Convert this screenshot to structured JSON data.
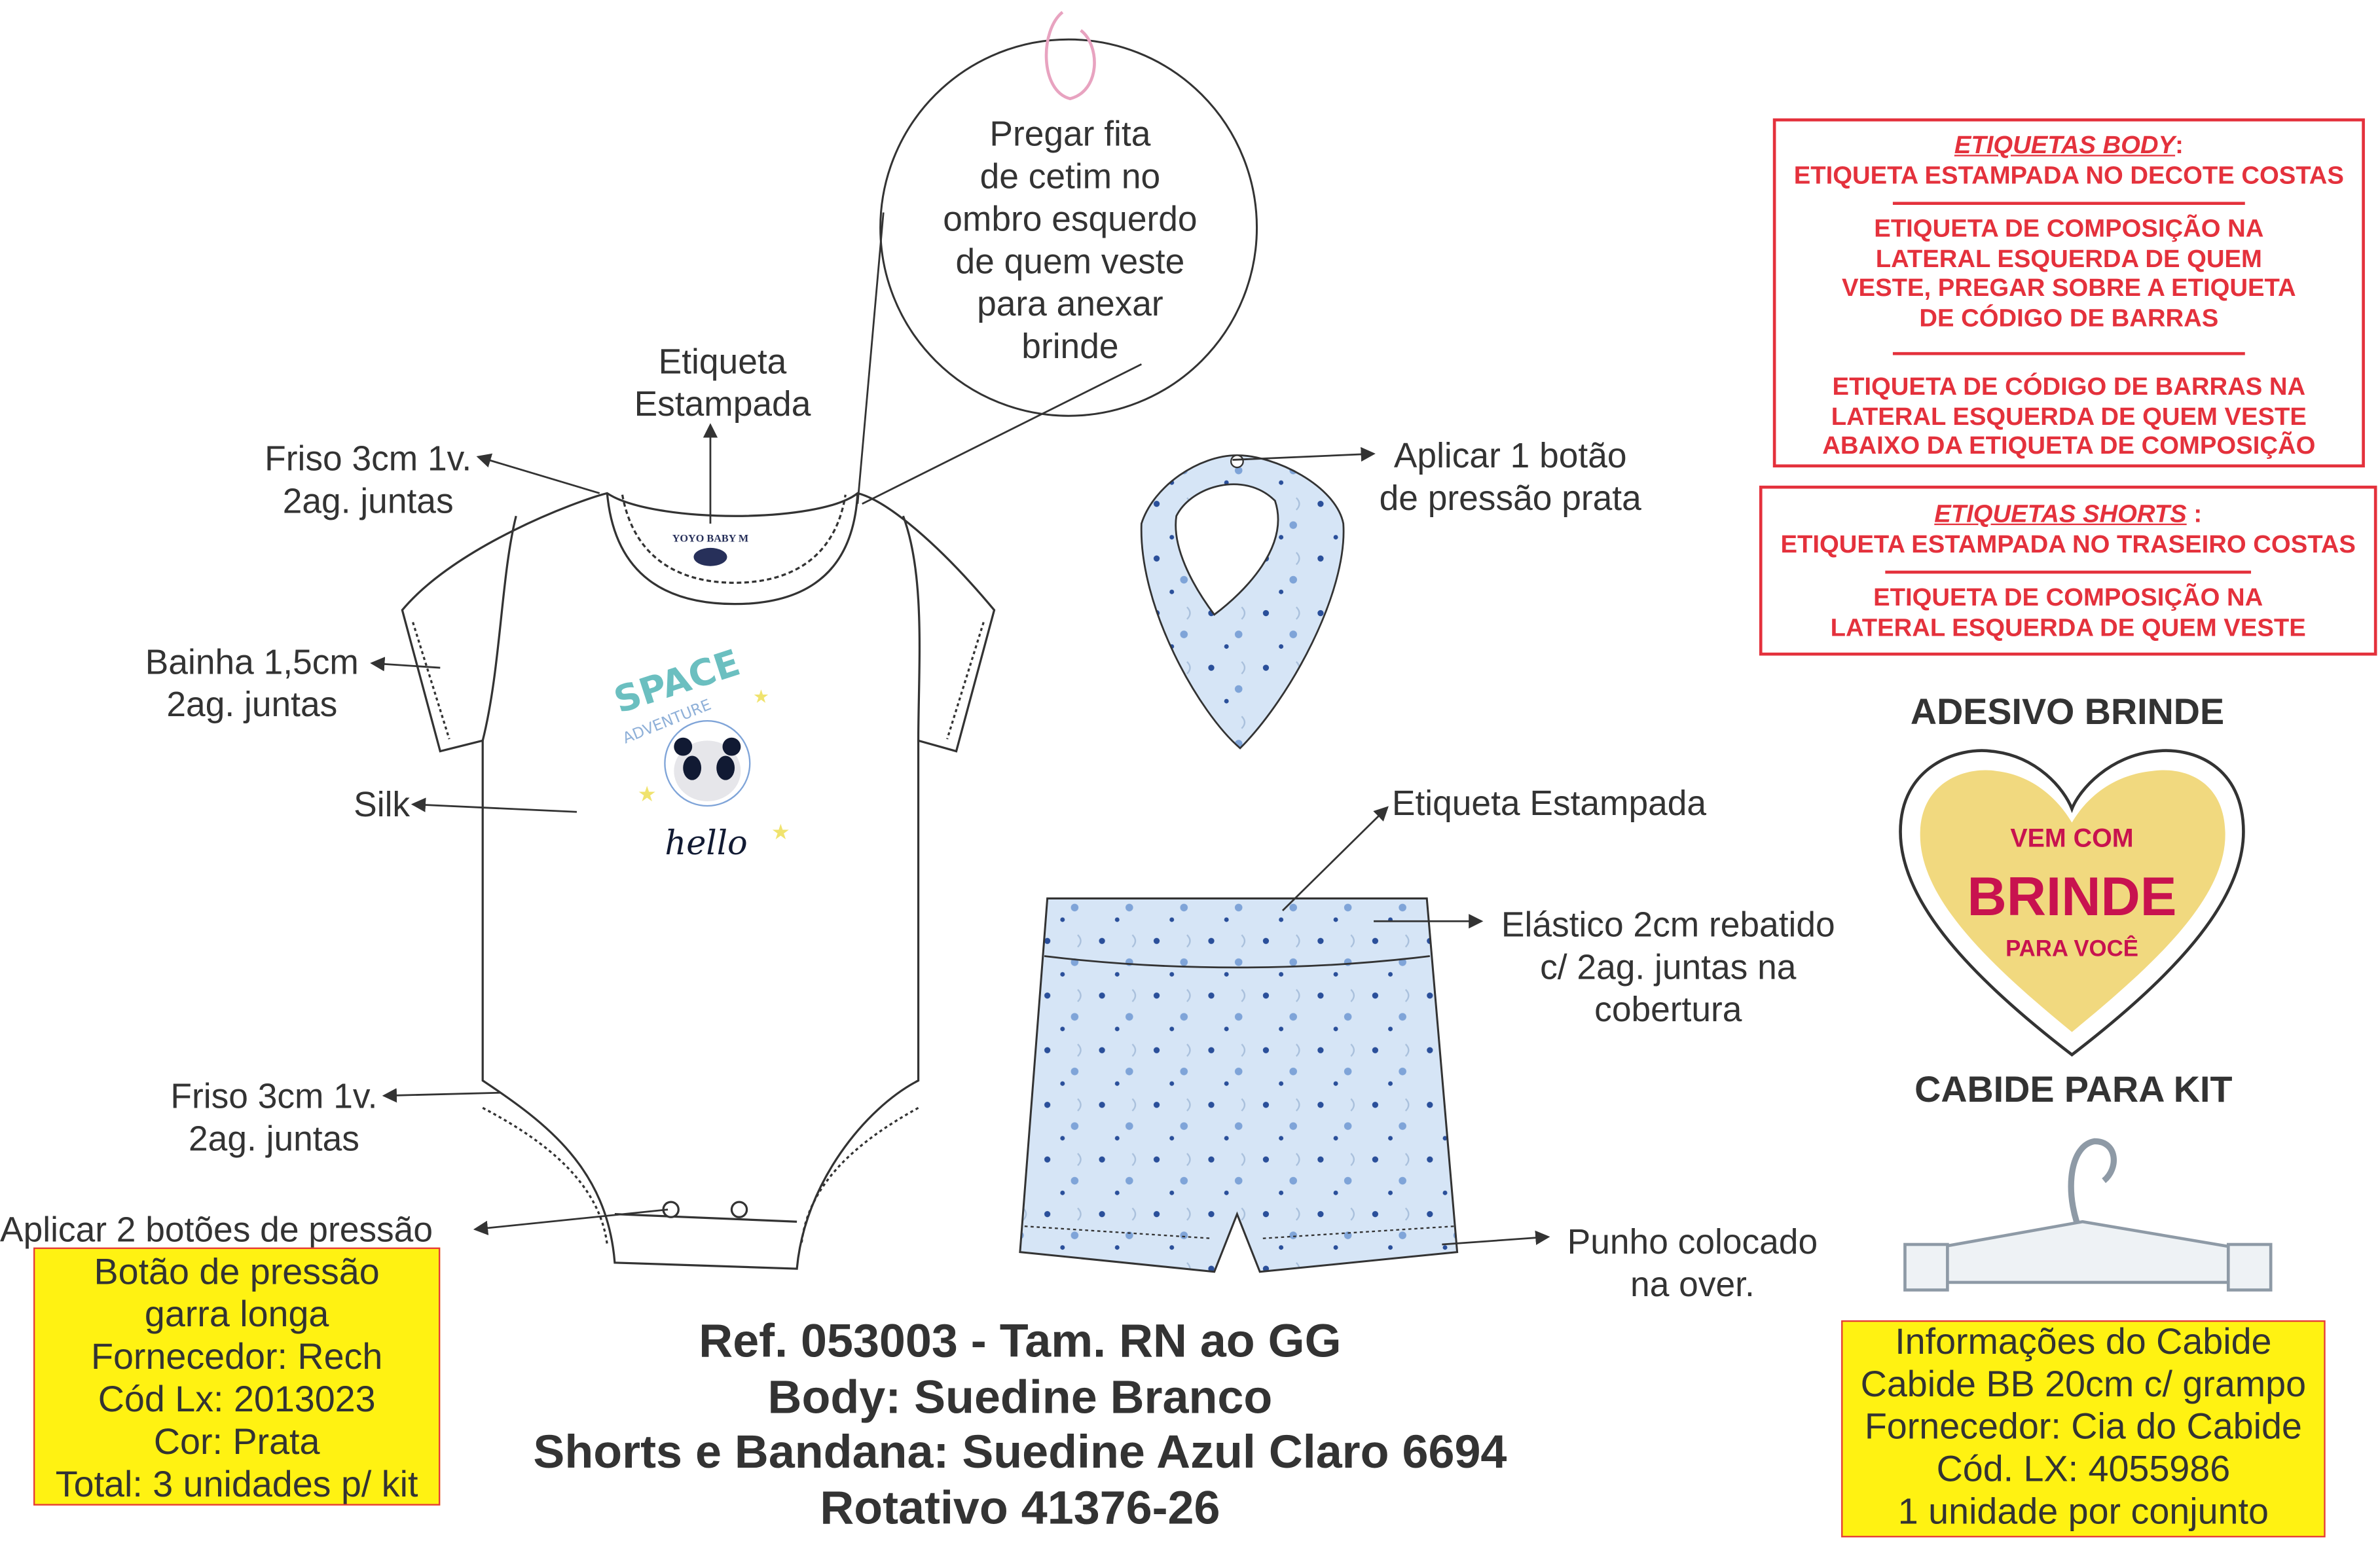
{
  "body_labels": {
    "etiqueta_estampada": [
      "Etiqueta",
      "Estampada"
    ],
    "friso_top": [
      "Friso 3cm 1v.",
      "2ag. juntas"
    ],
    "bainha": [
      "Bainha 1,5cm",
      "2ag. juntas"
    ],
    "silk": "Silk",
    "friso_bottom": [
      "Friso 3cm 1v.",
      "2ag. juntas"
    ],
    "botoes": "Aplicar 2 botões de pressão",
    "neck_tag": "YOYO BABY M",
    "print_title": "SPACE",
    "print_subtitle": "ADVENTURE",
    "print_hello": "hello"
  },
  "circle_note": [
    "Pregar fita",
    "de cetim no",
    "ombro esquerdo",
    "de quem veste",
    "para anexar",
    "brinde"
  ],
  "button_box": [
    "Botão de pressão",
    "garra longa",
    "Fornecedor: Rech",
    "Cód Lx: 2013023",
    "Cor: Prata",
    "Total: 3 unidades p/ kit"
  ],
  "bandana_label": [
    "Aplicar 1 botão",
    "de pressão prata"
  ],
  "shorts_labels": {
    "etiqueta": "Etiqueta Estampada",
    "elastico": [
      "Elástico 2cm rebatido",
      "c/ 2ag. juntas na",
      "cobertura"
    ],
    "punho": [
      "Punho colocado",
      "na over."
    ]
  },
  "reference": [
    "Ref. 053003 - Tam. RN ao GG",
    "Body: Suedine Branco",
    "Shorts e Bandana: Suedine Azul Claro 6694",
    "Rotativo 41376-26"
  ],
  "labels_body_box": {
    "heading": "ETIQUETAS BODY",
    "colon": ":",
    "line1": "ETIQUETA ESTAMPADA NO DECOTE COSTAS",
    "block2": [
      "ETIQUETA DE COMPOSIÇÃO NA",
      "LATERAL ESQUERDA DE QUEM",
      "VESTE, PREGAR SOBRE A ETIQUETA",
      "DE CÓDIGO DE BARRAS"
    ],
    "block3": [
      "ETIQUETA DE CÓDIGO DE BARRAS NA",
      "LATERAL ESQUERDA DE QUEM VESTE",
      "ABAIXO DA ETIQUETA DE COMPOSIÇÃO"
    ]
  },
  "labels_shorts_box": {
    "heading": "ETIQUETAS SHORTS",
    "colon": " :",
    "line1": "ETIQUETA ESTAMPADA NO TRASEIRO COSTAS",
    "block2": [
      "ETIQUETA DE COMPOSIÇÃO NA",
      "LATERAL ESQUERDA DE QUEM VESTE"
    ]
  },
  "sticker": {
    "title": "ADESIVO BRINDE",
    "lines": [
      "VEM COM",
      "BRINDE",
      "PARA VOCÊ"
    ]
  },
  "hanger": {
    "title": "CABIDE PARA KIT",
    "info": [
      "Informações do Cabide",
      "Cabide BB 20cm c/ grampo",
      "Fornecedor: Cia do Cabide",
      "Cód. LX: 4055986",
      "1 unidade por conjunto"
    ]
  },
  "colors": {
    "red": "#e4313c",
    "yellow": "#fff212",
    "fabric_blue": "#d6e5f6",
    "heart_yellow": "#f1d97f",
    "heart_text": "#c8124f"
  }
}
